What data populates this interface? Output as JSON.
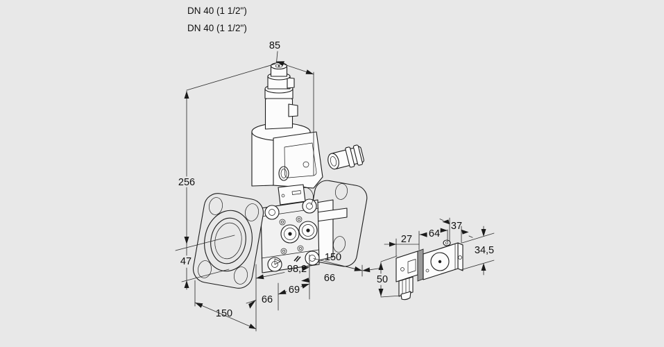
{
  "colors": {
    "background": "#e8e8e8",
    "line": "#1b1b1b",
    "dimension_line": "#303030",
    "text": "#101010"
  },
  "header": {
    "size_line1": "DN 40 (1 1/2\")",
    "size_line2": "DN 40 (1 1/2\")"
  },
  "valve_view": {
    "description": "isometric line drawing of flanged valve with actuator",
    "dims": {
      "spindle_width": "85",
      "overall_height": "256",
      "center_to_bottom": "47",
      "flange_size_left": "150",
      "face_to_body": "66",
      "body_width": "69",
      "face_to_tap": "98,2",
      "flange_size_right": "150",
      "body_to_flange": "66"
    }
  },
  "solenoid_view": {
    "description": "detail view of solenoid with plug connector and cable gland",
    "dims": {
      "connector_width": "27",
      "body_length": "64",
      "body_depth": "37",
      "body_height": "34,5",
      "connector_height": "50"
    }
  }
}
